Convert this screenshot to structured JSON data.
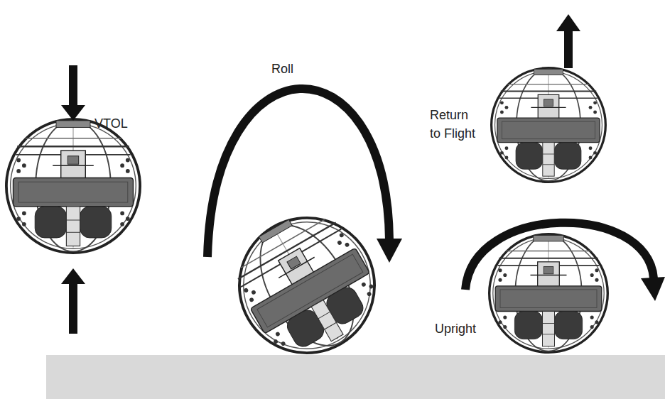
{
  "diagram": {
    "labels": [
      "VTOL",
      "Roll",
      "Return to Flight",
      "Upright"
    ]
  }
}
